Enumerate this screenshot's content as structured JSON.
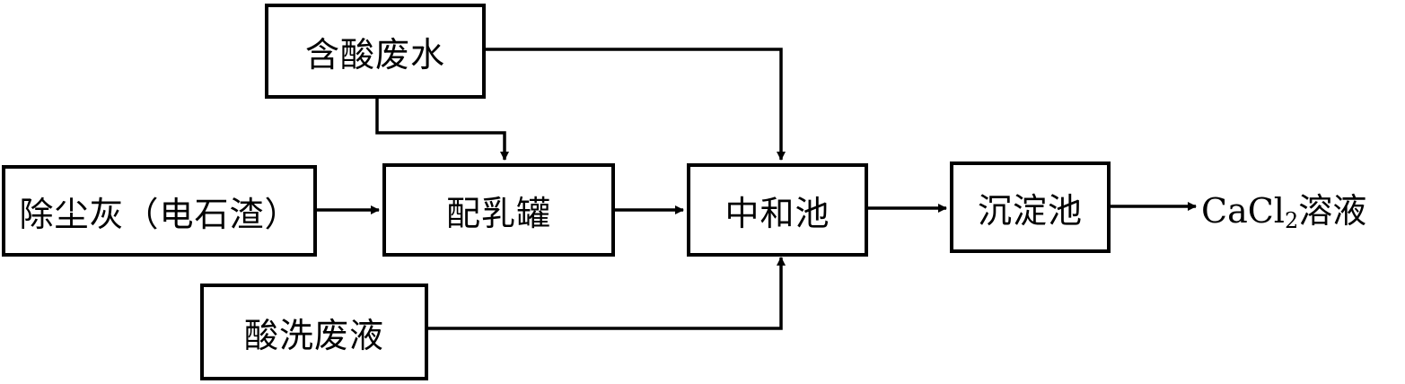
{
  "nodes": {
    "acid_wastewater": "含酸废水",
    "dust_ash": "除尘灰（电石渣）",
    "milk_tank": "配乳罐",
    "neutralization_pool": "中和池",
    "sedimentation_pool": "沉淀池",
    "pickling_waste": "酸洗废液"
  },
  "output": {
    "formula_main": "CaCl",
    "formula_sub": "2",
    "suffix": "溶液"
  },
  "edges": [
    {
      "from": "含酸废水",
      "to": "配乳罐"
    },
    {
      "from": "含酸废水",
      "to": "中和池"
    },
    {
      "from": "除尘灰（电石渣）",
      "to": "配乳罐"
    },
    {
      "from": "配乳罐",
      "to": "中和池"
    },
    {
      "from": "酸洗废液",
      "to": "中和池"
    },
    {
      "from": "中和池",
      "to": "沉淀池"
    },
    {
      "from": "沉淀池",
      "to": "CaCl2溶液"
    }
  ]
}
